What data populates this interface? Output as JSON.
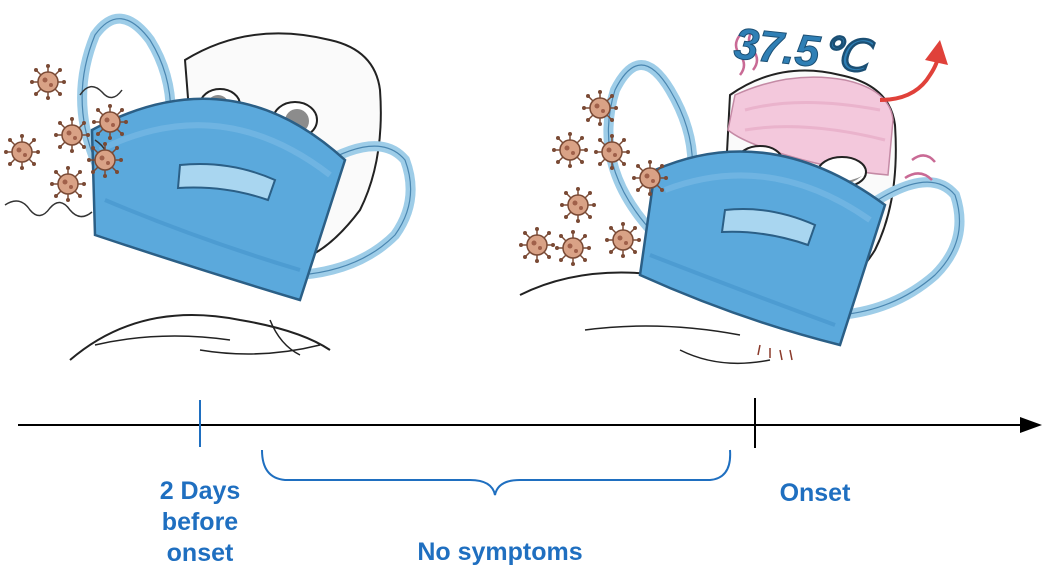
{
  "timeline": {
    "before_onset_line1": "2 Days",
    "before_onset_line2": "before",
    "before_onset_line3": "onset",
    "onset": "Onset",
    "no_symptoms": "No symptoms"
  },
  "fever": {
    "temperature": "37.5℃"
  },
  "colors": {
    "label_blue": "#1f6fc0",
    "mask_blue": "#5ba9dc",
    "strap_blue": "#9ecde8",
    "fever_pink": "#f3c8dc",
    "fever_text": "#2f7fb5",
    "virus_brown": "#c98a6a",
    "fever_arrow": "#e0413a"
  },
  "icons": [
    "virus-icon",
    "thermometer-reading",
    "masked-person"
  ]
}
